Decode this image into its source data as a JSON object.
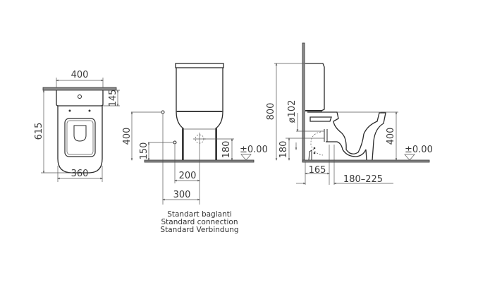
{
  "drawing": {
    "title": "Close-coupled WC technical drawing",
    "colors": {
      "line": "#2a2a2a",
      "floor": "#8a8a8a",
      "text": "#3a3a3a",
      "background": "#ffffff"
    },
    "top_view": {
      "width_top": "400",
      "width_bottom": "360",
      "depth": "615",
      "cistern_depth": "145"
    },
    "front_view": {
      "height_inlet": "400",
      "height_low": "150",
      "height_outlet": "180",
      "floor_level": "±0.00",
      "offset_200": "200",
      "offset_300": "300"
    },
    "side_view": {
      "total_height": "800",
      "pipe_diameter": "ø102",
      "outlet_height": "180",
      "bowl_height": "400",
      "floor_level": "±0.00",
      "wall_offset": "165",
      "outlet_range": "180–225"
    },
    "caption": {
      "line1": "Standart baglanti",
      "line2": "Standard connection",
      "line3": "Standard Verbindung"
    }
  }
}
